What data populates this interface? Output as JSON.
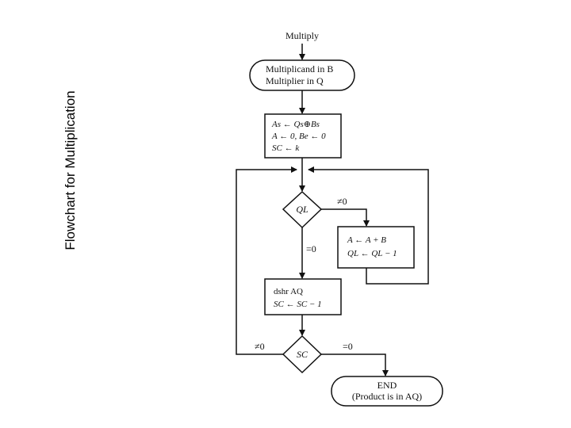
{
  "side_title": "Flowchart for Multiplication",
  "start_label": "Multiply",
  "init": {
    "line1": "Multiplicand in B",
    "line2": "Multiplier in Q"
  },
  "setup": {
    "line1": "As ← Qs⊕Bs",
    "line2": "A ← 0, Be ← 0",
    "line3": "SC ← k"
  },
  "decision_ql": {
    "label": "QL",
    "yes": "≠0",
    "no": "=0"
  },
  "add": {
    "line1": "A ← A + B",
    "line2": "QL ← QL − 1"
  },
  "shift": {
    "line1": "dshr AQ",
    "line2": "SC ← SC − 1"
  },
  "decision_sc": {
    "label": "SC",
    "loop": "≠0",
    "done": "=0"
  },
  "end": {
    "line1": "END",
    "line2": "(Product is in AQ)"
  }
}
